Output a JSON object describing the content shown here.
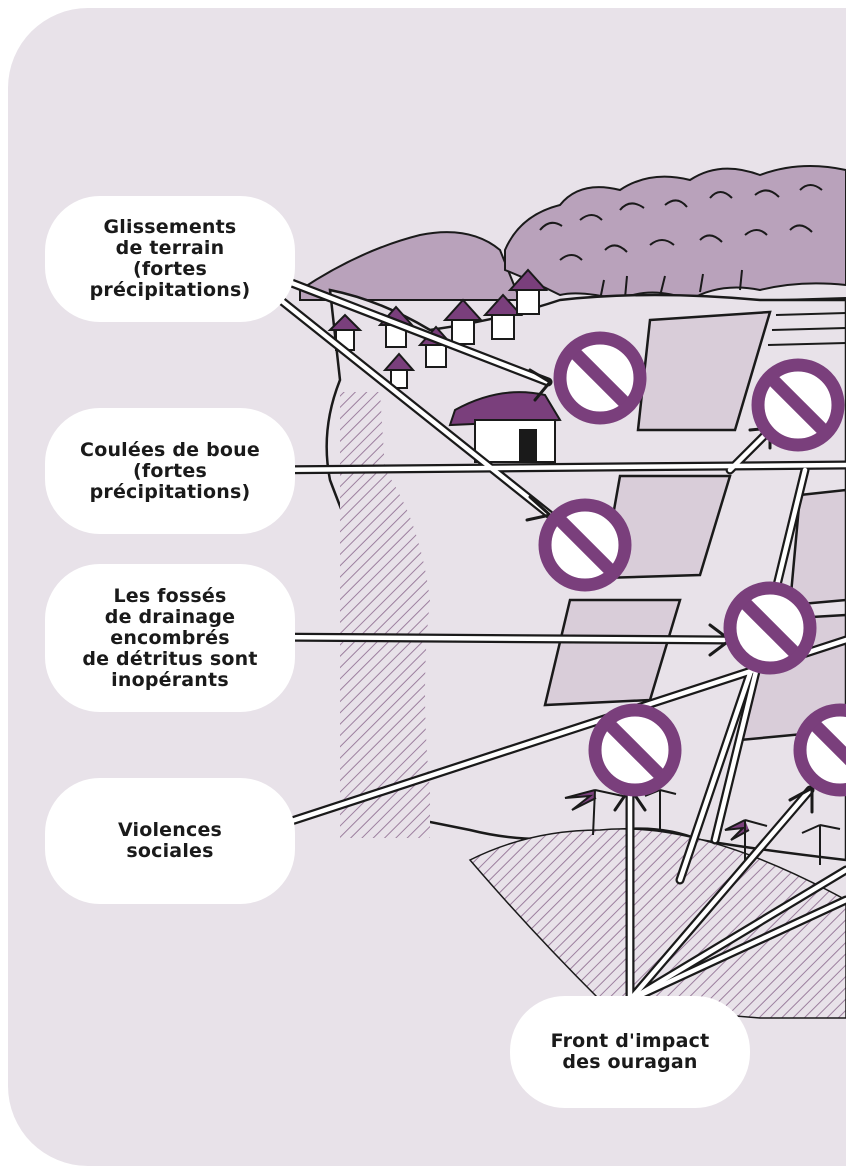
{
  "labels": {
    "landslides": "Glissements\nde terrain\n(fortes\nprécipitations)",
    "mudflows": "Coulées de boue\n(fortes\nprécipitations)",
    "ditches": "Les fossés\nde drainage\nencombrés\nde détritus sont\ninopérants",
    "violence": "Violences\nsociales",
    "hurricane": "Front d'impact\ndes ouragan"
  },
  "colors": {
    "background": "#e8e2e9",
    "accent_purple": "#7a3f7c",
    "light_purple": "#b9a2bb",
    "field": "#d9cdd9",
    "bubble": "#ffffff",
    "ink": "#1a1a1a"
  },
  "icons": [
    "prohibition-icon"
  ]
}
